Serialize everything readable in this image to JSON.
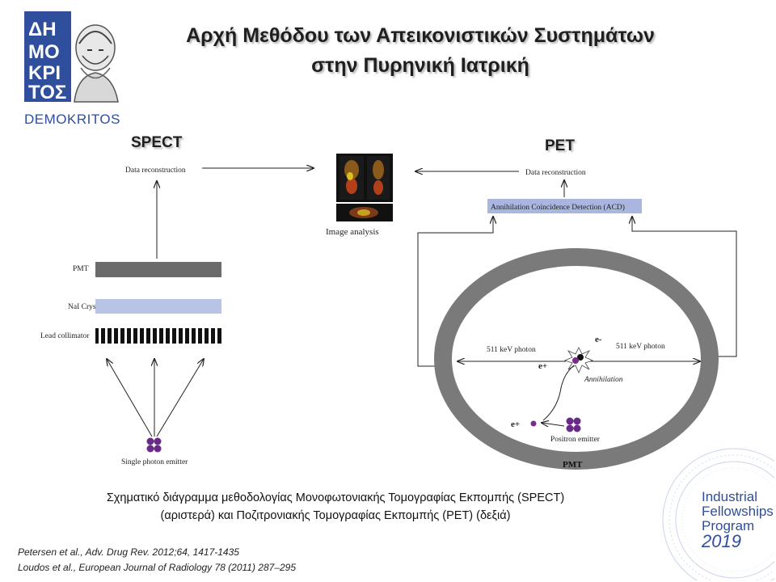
{
  "title": {
    "line1": "Αρχή Μεθόδου των Απεικονιστικών Συστημάτων",
    "line2": "στην Πυρηνική Ιατρική"
  },
  "logo": {
    "emblem_text": "ΔΗΜΟΚΡΙΤΟΣ",
    "name": "DEMOKRITOS",
    "color": "#2f4e9b"
  },
  "spect": {
    "heading": "SPECT",
    "data_reconstruction": "Data reconstruction",
    "pmt": "PMT",
    "crystal": "NaI Crystal",
    "collimator": "Lead collimator",
    "emitter": "Single photon emitter"
  },
  "center": {
    "image_analysis": "Image analysis"
  },
  "pet": {
    "heading": "PET",
    "data_reconstruction": "Data reconstruction",
    "acd": "Annihilation Coincidence Detection (ACD)",
    "photon_left": "511 keV photon",
    "photon_right": "511 keV photon",
    "e_minus": "e-",
    "e_plus_top": "e+",
    "e_plus_bottom": "e+",
    "annihilation": "Annihilation",
    "positron_emitter": "Positron emitter",
    "pmt": "PMT"
  },
  "caption": {
    "line1": "Σχηματικό διάγραμμα μεθοδολογίας Μονοφωτονιακής Τομογραφίας Εκπομπής (SPECT)",
    "line2": "(αριστερά) και Ποζιτρονιακής Τομογραφίας Εκπομπής (PET) (δεξιά)"
  },
  "references": [
    "Petersen et al., Adv. Drug Rev.  2012;64, 1417-1435",
    "Loudos et al., European Journal of Radiology 78 (2011) 287–295"
  ],
  "program_logo": {
    "line1": "Industrial",
    "line2": "Fellowships",
    "line3": "Program",
    "year": "2019"
  },
  "colors": {
    "pmt_bar": "#6b6b6b",
    "crystal_bar": "#b8c4e6",
    "acd_box": "#a9b7e0",
    "ring": "#7a7a7a",
    "emitter": "#6a2a8a",
    "brand_blue": "#2f4e9b"
  }
}
